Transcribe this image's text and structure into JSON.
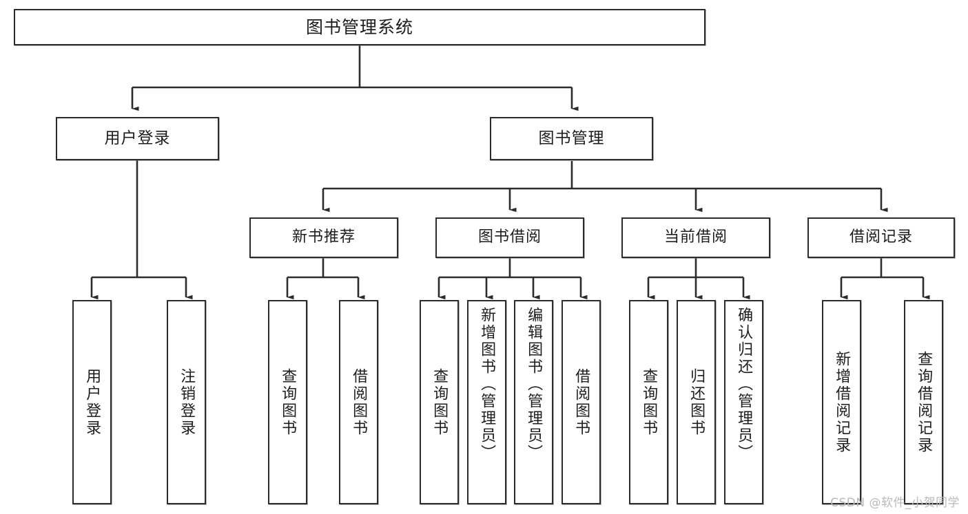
{
  "diagram": {
    "title": "图书管理系统",
    "watermark": "CSDN @软件_小贺同学",
    "line_color": "#2b2b2b",
    "box_fill": "#ffffff",
    "text_color": "#1d1d1d",
    "nodes": {
      "root": "图书管理系统",
      "lv2": {
        "user_login": "用户登录",
        "book_manage": "图书管理"
      },
      "lv3": {
        "new_book_recommend": "新书推荐",
        "book_borrow": "图书借阅",
        "current_borrow": "当前借阅",
        "borrow_record": "借阅记录"
      },
      "leaves": {
        "user_login_1": "用户登录",
        "user_login_2": "注销登录",
        "recommend_1": "查询图书",
        "recommend_2": "借阅图书",
        "borrow_1": "查询图书",
        "borrow_2": "新增图书（管理员）",
        "borrow_3": "编辑图书（管理员）",
        "borrow_4": "借阅图书",
        "current_1": "查询图书",
        "current_2": "归还图书",
        "current_3": "确认归还（管理员）",
        "record_1": "新增借阅记录",
        "record_2": "查询借阅记录"
      }
    }
  }
}
